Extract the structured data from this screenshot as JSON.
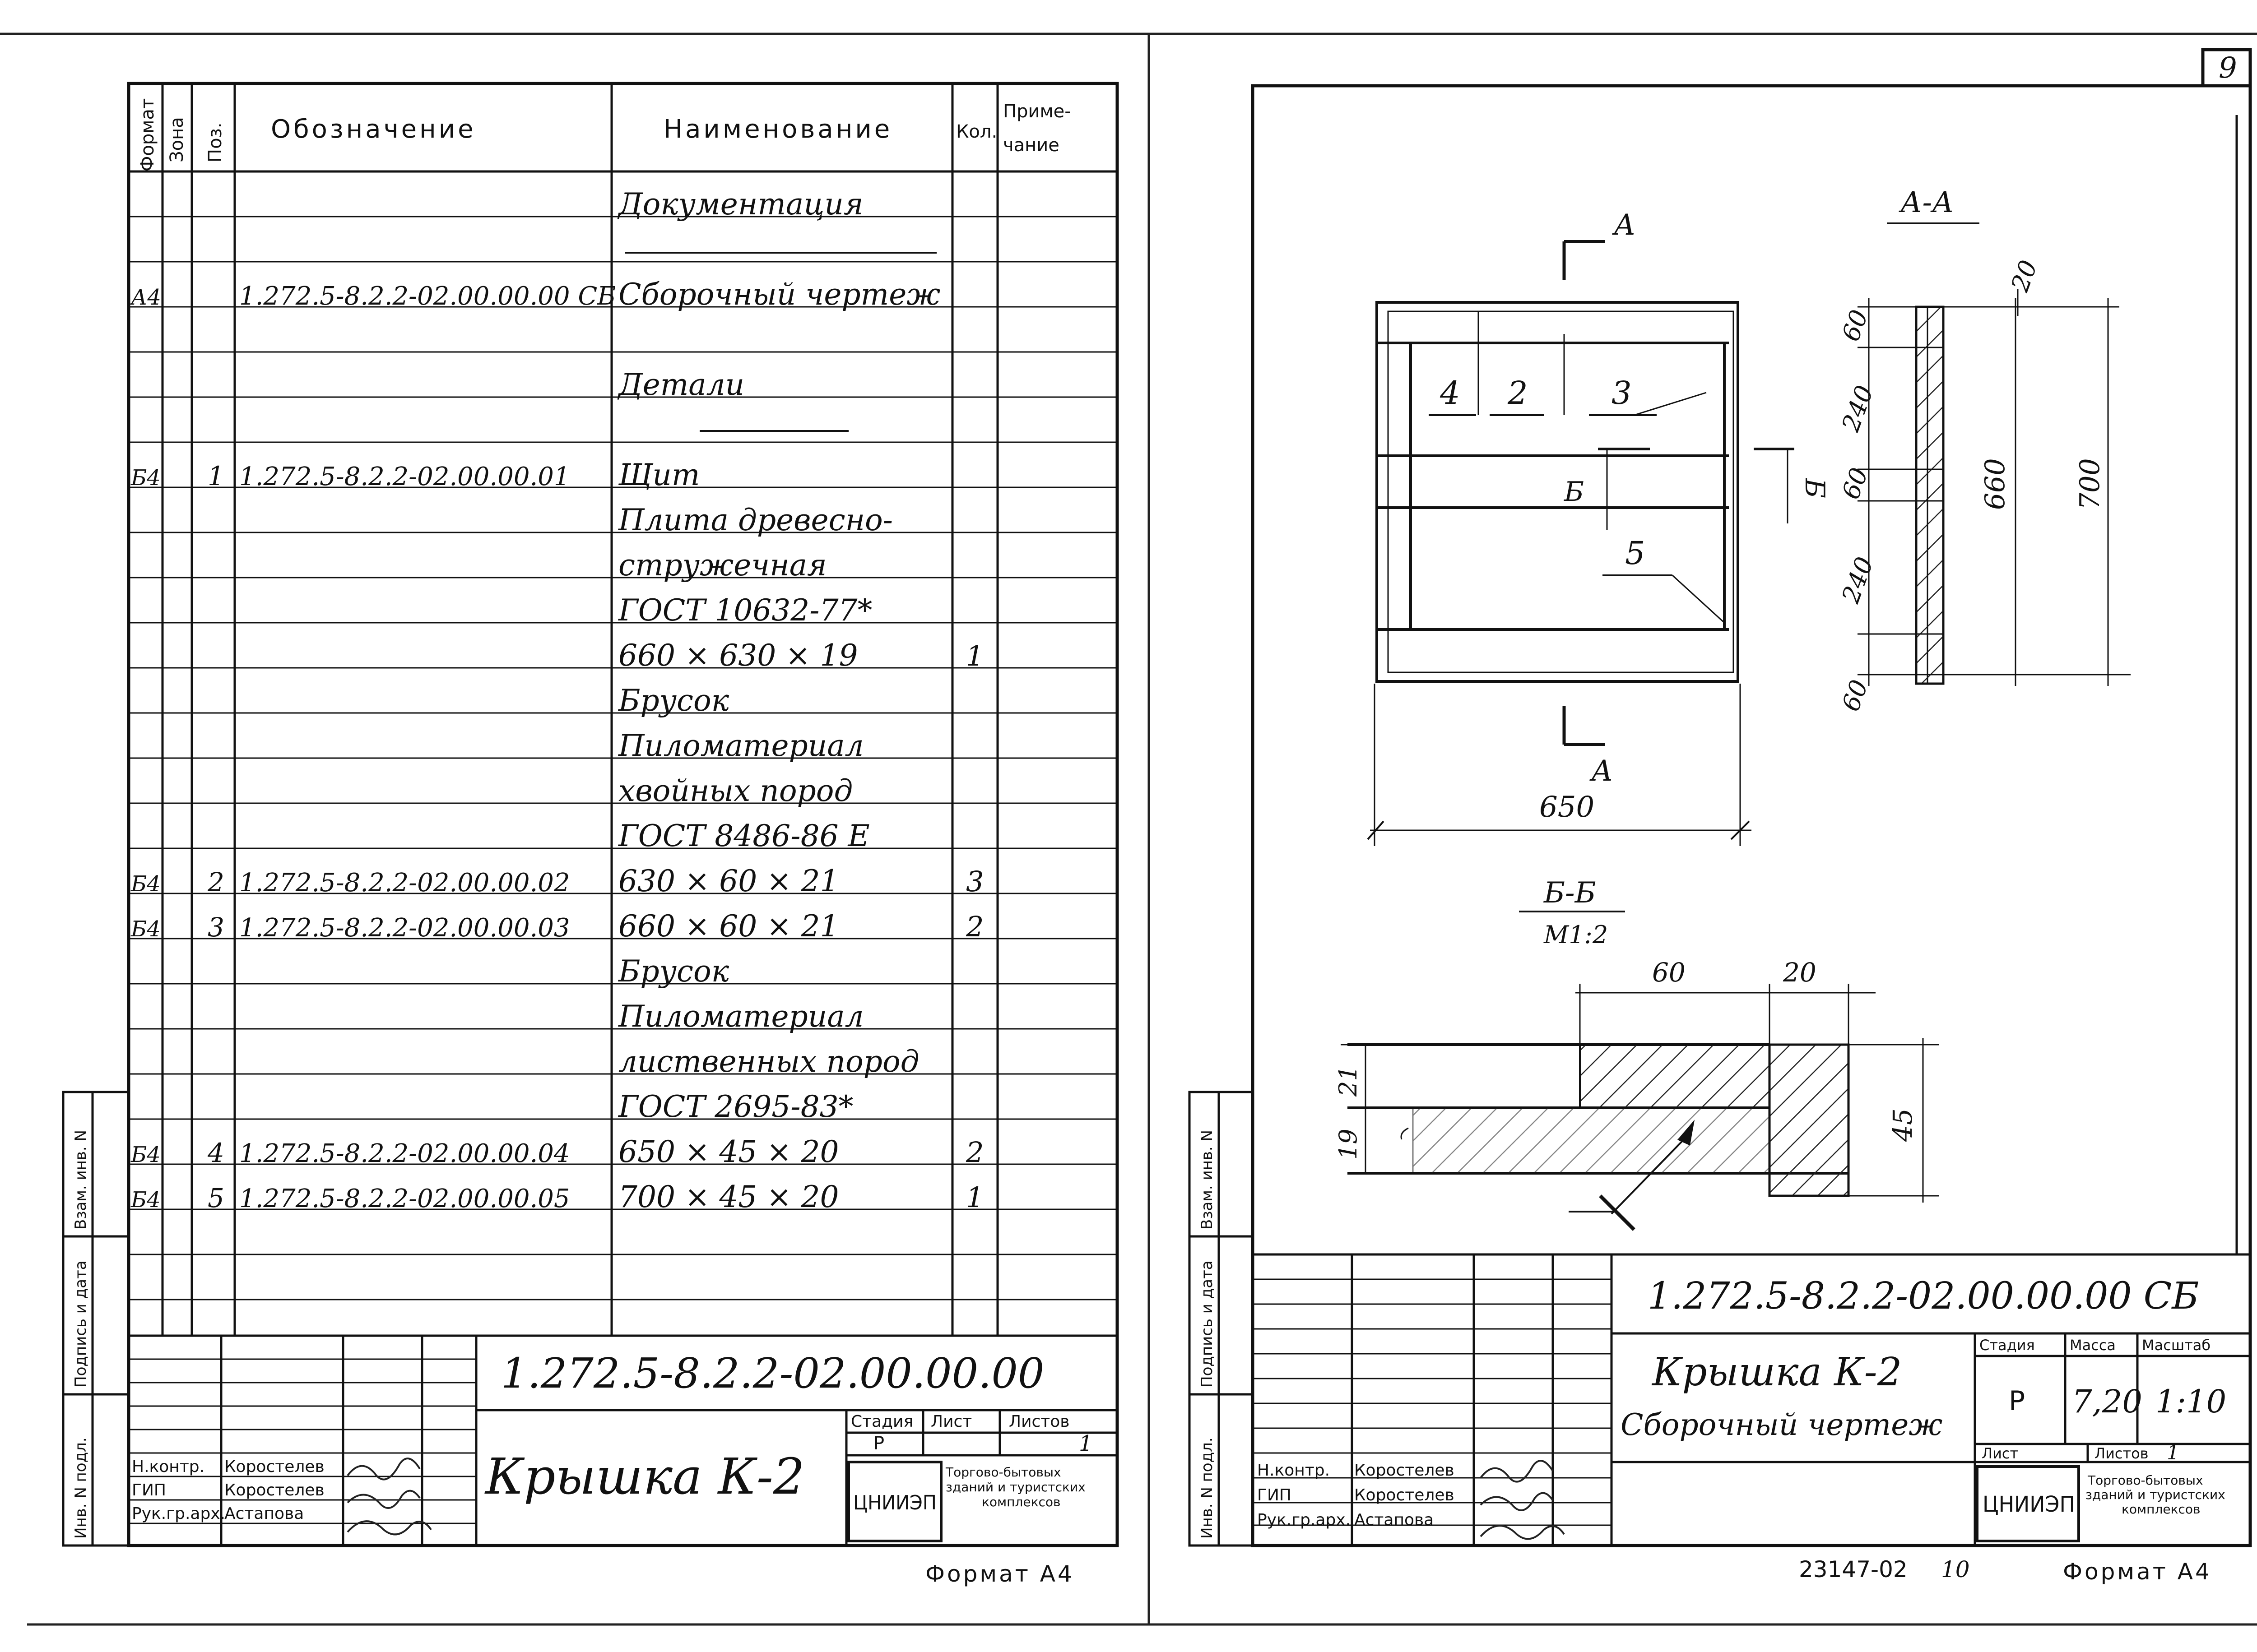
{
  "left_sheet": {
    "header": {
      "format": "Формат",
      "zone": "Зона",
      "pos": "Поз.",
      "designation": "Обозначение",
      "name": "Наименование",
      "qty": "Кол.",
      "note_1": "Приме-",
      "note_2": "чание"
    },
    "rows": [
      {
        "name": "Документация"
      },
      {
        "format": "А4",
        "designation": "1.272.5-8.2.2-02.00.00.00 СБ",
        "name": "Сборочный чертеж"
      },
      {
        "name": "Детали"
      },
      {
        "format": "Б4",
        "pos": "1",
        "designation": "1.272.5-8.2.2-02.00.00.01",
        "name": "Щит"
      },
      {
        "name": "Плита древесно-"
      },
      {
        "name": "стружечная"
      },
      {
        "name": "ГОСТ 10632-77*"
      },
      {
        "name": "660 × 630 × 19",
        "qty": "1"
      },
      {
        "name": "Брусок"
      },
      {
        "name": "Пиломатериал"
      },
      {
        "name": "хвойных пород"
      },
      {
        "name": "ГОСТ 8486-86 Е"
      },
      {
        "format": "Б4",
        "pos": "2",
        "designation": "1.272.5-8.2.2-02.00.00.02",
        "name": "630 × 60 × 21",
        "qty": "3"
      },
      {
        "format": "Б4",
        "pos": "3",
        "designation": "1.272.5-8.2.2-02.00.00.03",
        "name": "660 × 60 × 21",
        "qty": "2"
      },
      {
        "name": "Брусок"
      },
      {
        "name": "Пиломатериал"
      },
      {
        "name": "лиственных пород"
      },
      {
        "name": "ГОСТ 2695-83*"
      },
      {
        "format": "Б4",
        "pos": "4",
        "designation": "1.272.5-8.2.2-02.00.00.04",
        "name": "650 × 45 × 20",
        "qty": "2"
      },
      {
        "format": "Б4",
        "pos": "5",
        "designation": "1.272.5-8.2.2-02.00.00.05",
        "name": "700 × 45 × 20",
        "qty": "1"
      }
    ],
    "side_labels": {
      "inv_podl": "Инв. N подл.",
      "podpis": "Подпись и дата",
      "vzam": "Взам. инв. N"
    },
    "title_block": {
      "code": "1.272.5-8.2.2-02.00.00.00",
      "title": "Крышка К-2",
      "stage_label": "Стадия",
      "sheet_label": "Лист",
      "sheets_label": "Листов",
      "stage": "Р",
      "sheets": "1",
      "org_logo": "ЦНИИЭП",
      "org_1": "Торгово-бытовых",
      "org_2": "зданий и туристских",
      "org_3": "комплексов",
      "roles": [
        {
          "role": "Н.контр.",
          "name": "Коростелев"
        },
        {
          "role": "ГИП",
          "name": "Коростелев"
        },
        {
          "role": "Рук.гр.арх.",
          "name": "Астапова"
        }
      ]
    },
    "format": "Формат А4"
  },
  "right_sheet": {
    "page_number": "9",
    "view_aa": {
      "title": "А-А",
      "dims": [
        "20",
        "60",
        "240",
        "60",
        "240",
        "60",
        "660",
        "700"
      ]
    },
    "plan": {
      "cut_label": "А",
      "cut_label_b": "Б",
      "positions": [
        "4",
        "2",
        "3",
        "5"
      ],
      "width": "650"
    },
    "section_bb": {
      "title": "Б-Б",
      "scale": "М1:2",
      "dims": [
        "60",
        "20",
        "21",
        "19",
        "45"
      ]
    },
    "title_block": {
      "code": "1.272.5-8.2.2-02.00.00.00 СБ",
      "title_1": "Крышка К-2",
      "title_2": "Сборочный чертеж",
      "stage_label": "Стадия",
      "mass_label": "Масса",
      "scale_label": "Масштаб",
      "stage": "Р",
      "mass": "7,20",
      "scale": "1:10",
      "sheet_label": "Лист",
      "sheets_label": "Листов",
      "sheets": "1",
      "org_logo": "ЦНИИЭП",
      "org_1": "Торгово-бытовых",
      "org_2": "зданий и туристских",
      "org_3": "комплексов",
      "roles": [
        {
          "role": "Н.контр.",
          "name": "Коростелев"
        },
        {
          "role": "ГИП",
          "name": "Коростелев"
        },
        {
          "role": "Рук.гр.арх.",
          "name": "Астапова"
        }
      ]
    },
    "side_labels": {
      "inv_podl": "Инв. N подл.",
      "podpis": "Подпись и дата",
      "vzam": "Взам. инв. N"
    },
    "footer_number": "23147-02",
    "footer_page": "10",
    "format": "Формат А4"
  }
}
